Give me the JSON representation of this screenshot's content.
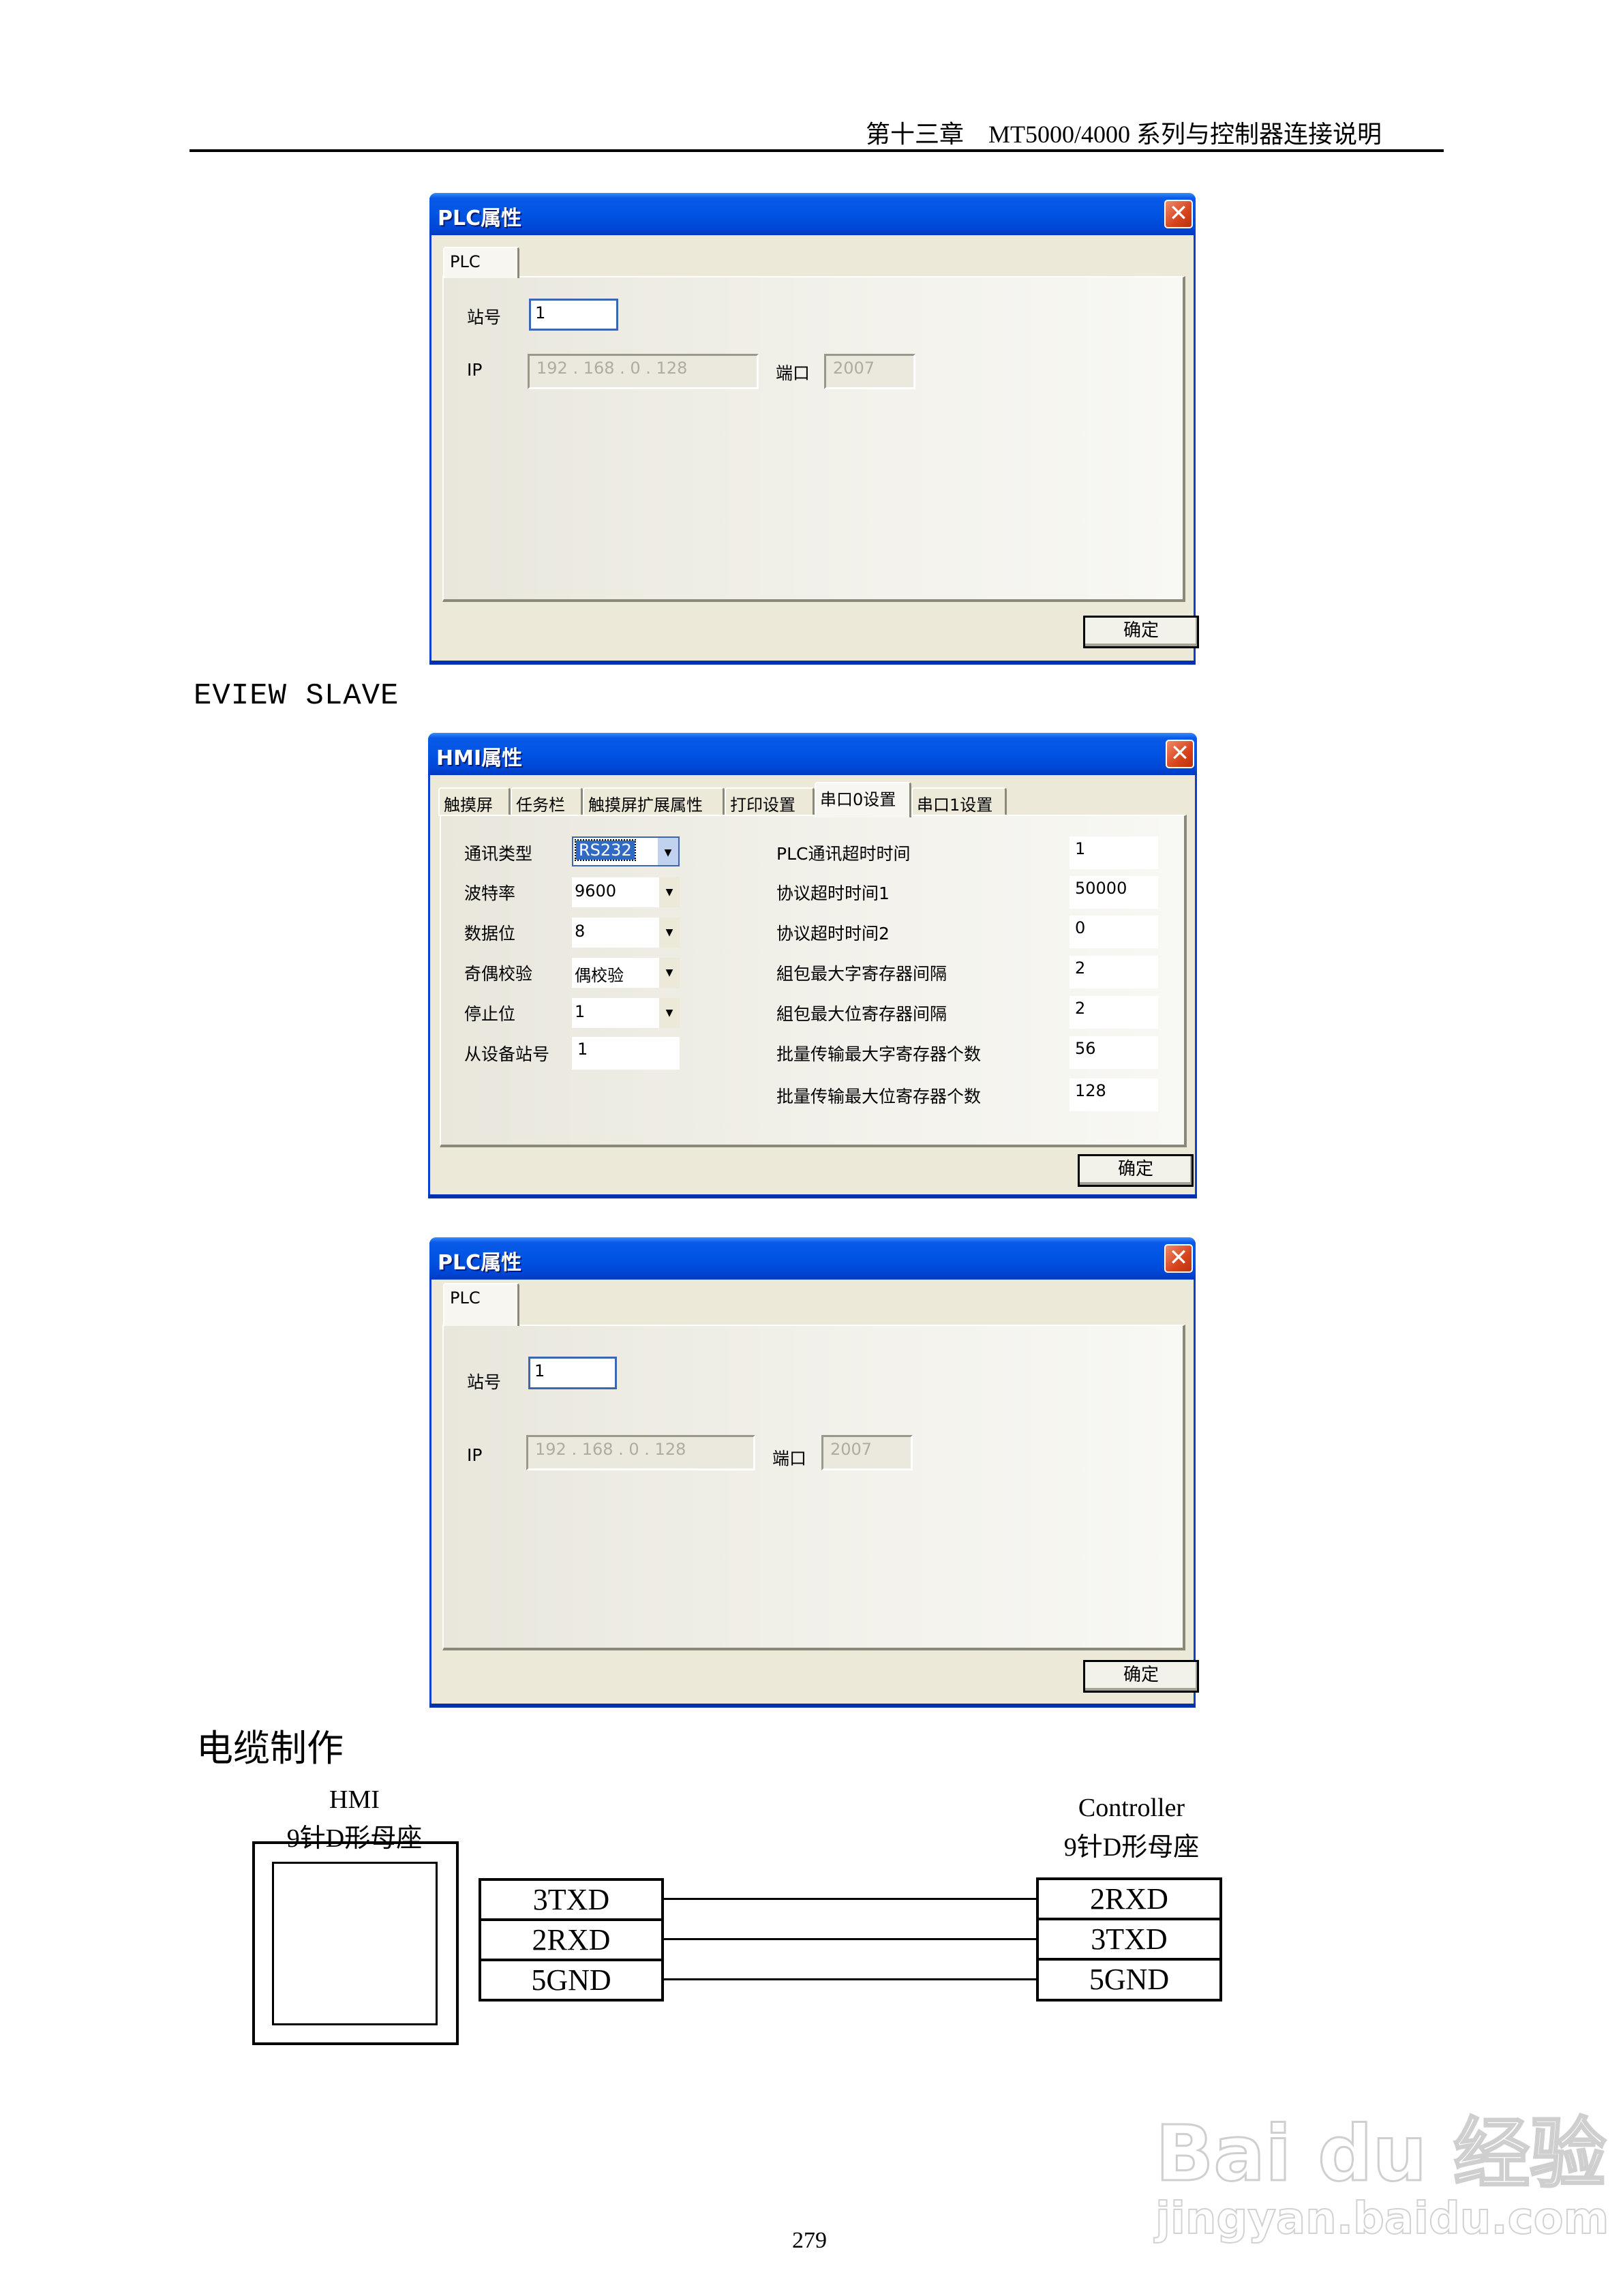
{
  "header": {
    "chapter": "第十三章　MT5000/4000 系列与控制器连接说明"
  },
  "plc_dialog_1": {
    "title": "PLC属性",
    "close_glyph": "✕",
    "tab": "PLC",
    "station_label": "站号",
    "station_value": "1",
    "ip_label": "IP",
    "ip_value": "192 . 168 . 0 . 128",
    "port_label": "端口",
    "port_value": "2007",
    "ok_label": "确定"
  },
  "section_label": "EVIEW SLAVE",
  "hmi_dialog": {
    "title": "HMI属性",
    "close_glyph": "✕",
    "tabs": [
      "触摸屏",
      "任务栏",
      "触摸屏扩展属性",
      "打印设置",
      "串口0设置",
      "串口1设置"
    ],
    "active_tab": "串口0设置",
    "left_fields": [
      {
        "label": "通讯类型",
        "value": "RS232",
        "type": "combo"
      },
      {
        "label": "波特率",
        "value": "9600",
        "type": "combo"
      },
      {
        "label": "数据位",
        "value": "8",
        "type": "combo"
      },
      {
        "label": "奇偶校验",
        "value": "偶校验",
        "type": "combo"
      },
      {
        "label": "停止位",
        "value": "1",
        "type": "combo"
      },
      {
        "label": "从设备站号",
        "value": "1",
        "type": "text"
      }
    ],
    "right_fields": [
      {
        "label": "PLC通讯超时时间",
        "value": "1"
      },
      {
        "label": "协议超时时间1",
        "value": "50000"
      },
      {
        "label": "协议超时时间2",
        "value": "0"
      },
      {
        "label": "組包最大字寄存器间隔",
        "value": "2"
      },
      {
        "label": "組包最大位寄存器间隔",
        "value": "2"
      },
      {
        "label": "批量传输最大字寄存器个数",
        "value": "56"
      },
      {
        "label": "批量传输最大位寄存器个数",
        "value": "128"
      }
    ],
    "combo_arrow": "▼",
    "ok_label": "确定"
  },
  "plc_dialog_2": {
    "title": "PLC属性",
    "close_glyph": "✕",
    "tab": "PLC",
    "station_label": "站号",
    "station_value": "1",
    "ip_label": "IP",
    "ip_value": "192 . 168 . 0 . 128",
    "port_label": "端口",
    "port_value": "2007",
    "ok_label": "确定"
  },
  "cable": {
    "title": "电缆制作",
    "hmi": {
      "name": "HMI",
      "connector": "9针D形母座",
      "pins": [
        "3TXD",
        "2RXD",
        "5GND"
      ]
    },
    "controller": {
      "name": "Controller",
      "connector": "9针D形母座",
      "pins": [
        "2RXD",
        "3TXD",
        "5GND"
      ]
    }
  },
  "footer": {
    "page_number": "279"
  },
  "watermark": {
    "logo": "Bai du 经验",
    "url": "jingyan.baidu.com"
  }
}
